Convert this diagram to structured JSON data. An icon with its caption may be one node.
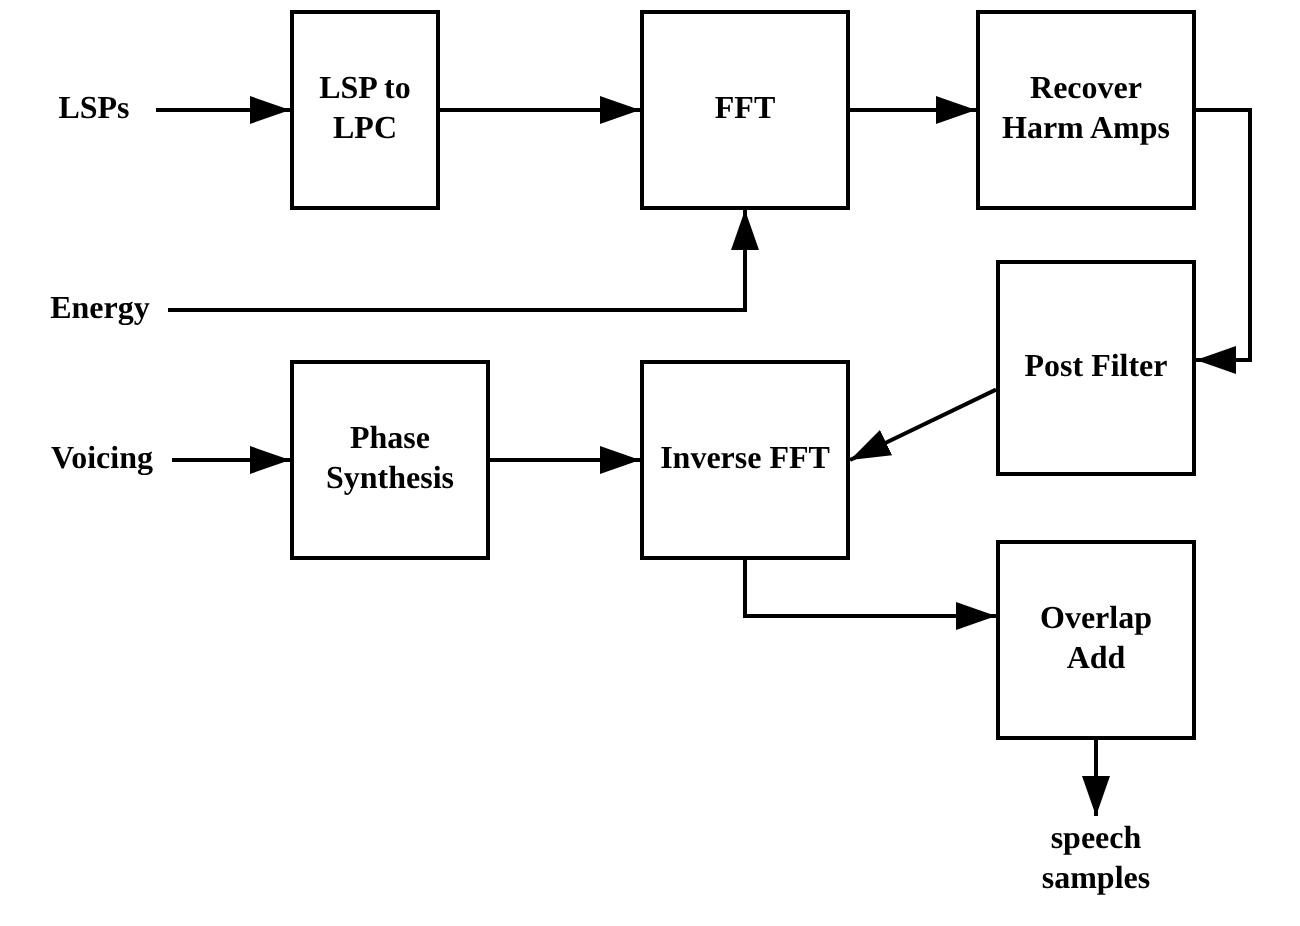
{
  "diagram": {
    "nodes": [
      {
        "text": [
          "LSPs"
        ]
      },
      {
        "text": [
          "LSP to LPC"
        ]
      },
      {
        "text": [
          "FFT"
        ]
      },
      {
        "text": [
          "Recover Harm Amps"
        ]
      },
      {
        "text": [
          "Energy"
        ]
      },
      {
        "text": [
          "Post Filter"
        ]
      },
      {
        "text": [
          "Voicing"
        ]
      },
      {
        "text": [
          "Phase Synthesis"
        ]
      },
      {
        "text": [
          "Inverse FFT"
        ]
      },
      {
        "text": [
          "Overlap Add"
        ]
      },
      {
        "text": [
          "speech samples"
        ]
      }
    ],
    "edges": [
      {
        "from": 0,
        "to": 1,
        "arrow": "to"
      },
      {
        "from": 1,
        "to": 2,
        "arrow": "to"
      },
      {
        "from": 2,
        "to": 3,
        "arrow": "to"
      },
      {
        "from": 4,
        "to": 2,
        "arrow": "to"
      },
      {
        "from": 3,
        "to": 5,
        "arrow": "to"
      },
      {
        "from": 5,
        "to": 8,
        "arrow": "to"
      },
      {
        "from": 6,
        "to": 7,
        "arrow": "to"
      },
      {
        "from": 7,
        "to": 8,
        "arrow": "to"
      },
      {
        "from": 8,
        "to": 9,
        "arrow": "to"
      },
      {
        "from": 9,
        "to": 10,
        "arrow": "to"
      }
    ]
  }
}
